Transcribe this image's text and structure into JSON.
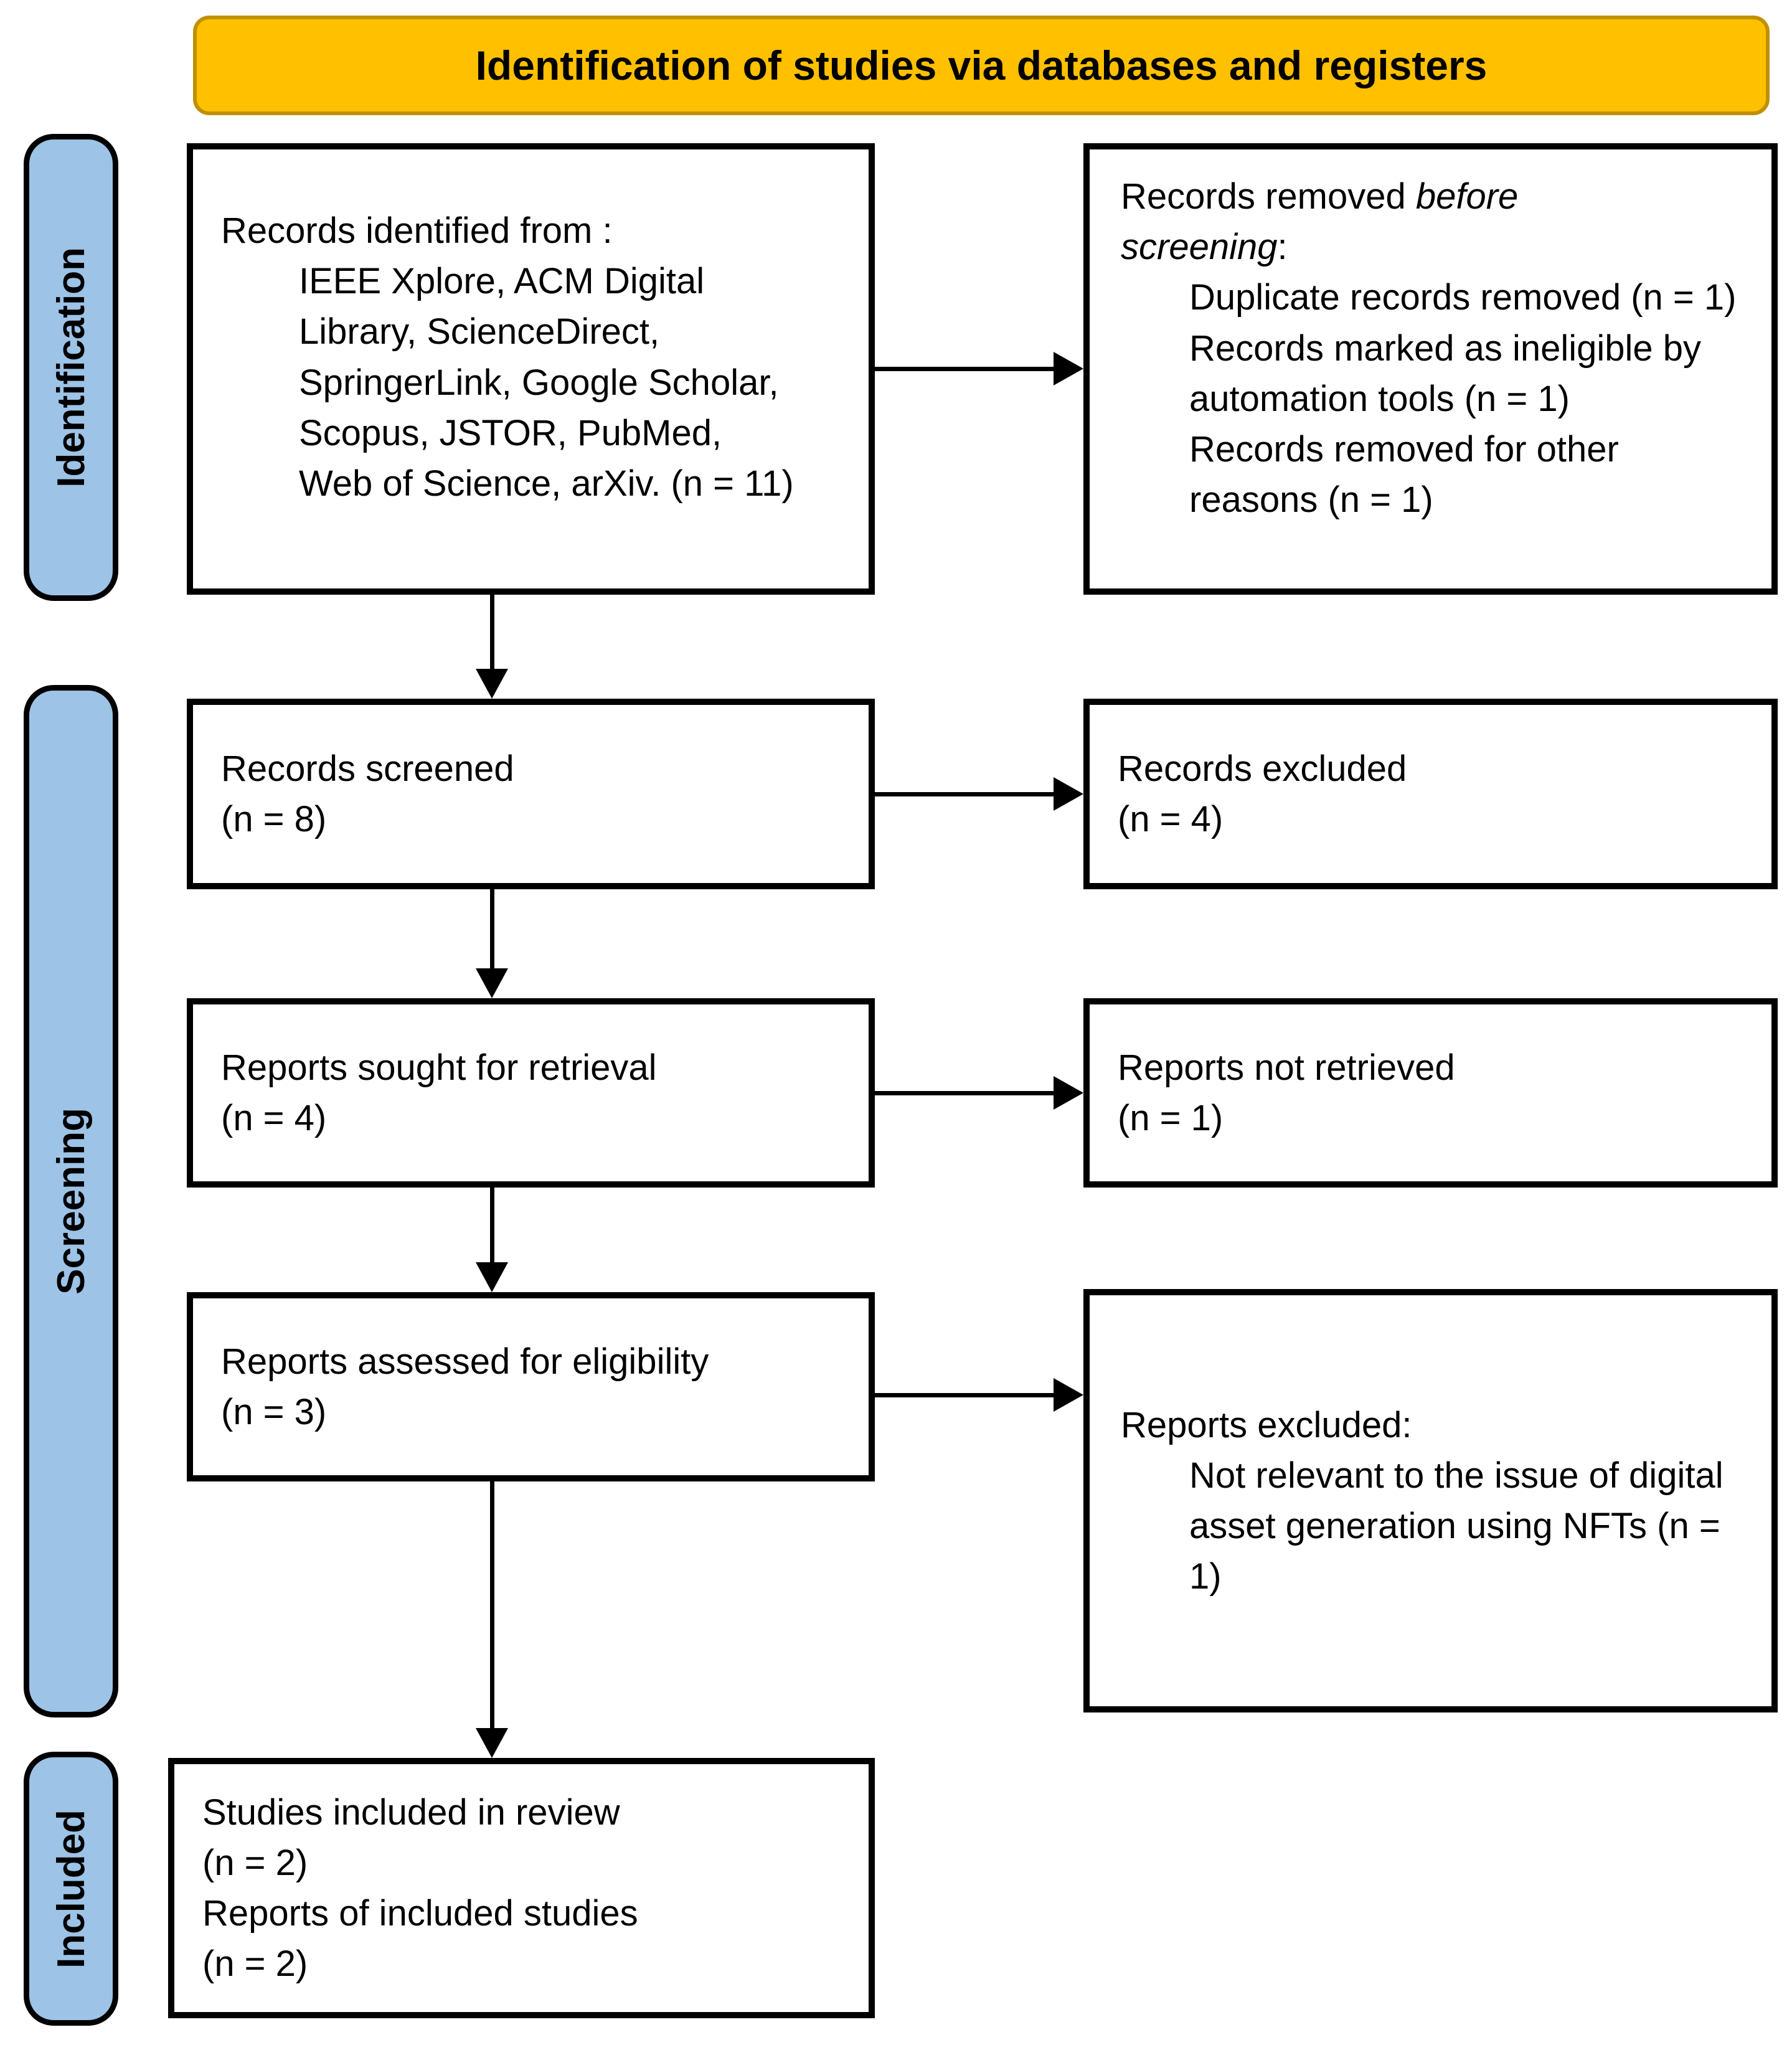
{
  "title": "Identification of studies via databases and registers",
  "stages": {
    "identification": "Identification",
    "screening": "Screening",
    "included": "Included"
  },
  "boxes": {
    "records_identified": {
      "heading": "Records identified from :",
      "sources": "IEEE Xplore, ACM Digital Library, ScienceDirect, SpringerLink, Google Scholar, Scopus, JSTOR, PubMed, Web of Science, arXiv. (n = 11)"
    },
    "records_removed": {
      "heading_lead": "Records removed ",
      "heading_italic": "before screening",
      "heading_tail": ":",
      "items": [
        "Duplicate records removed (n = 1)",
        "Records marked as ineligible by automation tools (n = 1)",
        "Records removed for other reasons (n = 1)"
      ]
    },
    "records_screened": {
      "line1": "Records screened",
      "line2": "(n = 8)"
    },
    "records_excluded": {
      "line1": "Records excluded",
      "line2": "(n = 4)"
    },
    "reports_sought": {
      "line1": "Reports sought for retrieval",
      "line2": "(n = 4)"
    },
    "reports_not_retrieved": {
      "line1": "Reports not retrieved",
      "line2": "(n = 1)"
    },
    "reports_assessed": {
      "line1": "Reports assessed for eligibility",
      "line2": "(n = 3)"
    },
    "reports_excluded": {
      "heading": "Reports excluded:",
      "items": [
        "Not relevant to the issue of digital asset generation using NFTs (n = 1)"
      ]
    },
    "studies_included": {
      "lines": [
        "Studies included in review",
        "(n = 2)",
        "Reports of included studies",
        "(n = 2)"
      ]
    }
  },
  "colors": {
    "banner_fill": "#FFC000",
    "banner_border": "#BF9000",
    "stage_fill": "#9DC3E6",
    "box_border": "#000000",
    "arrow": "#000000"
  }
}
